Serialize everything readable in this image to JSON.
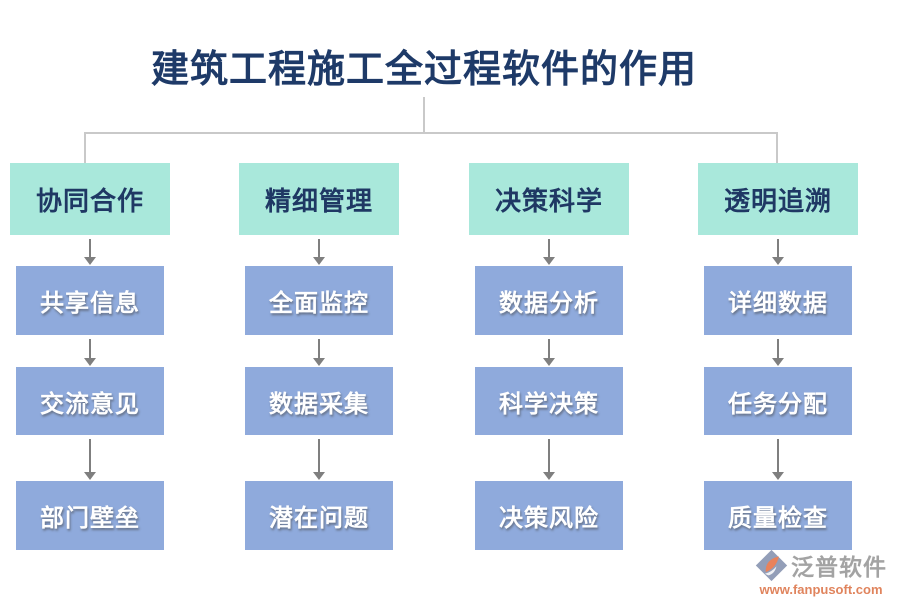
{
  "title": "建筑工程施工全过程软件的作用",
  "columns": [
    {
      "header": "协同合作",
      "items": [
        "共享信息",
        "交流意见",
        "部门壁垒"
      ]
    },
    {
      "header": "精细管理",
      "items": [
        "全面监控",
        "数据采集",
        "潜在问题"
      ]
    },
    {
      "header": "决策科学",
      "items": [
        "数据分析",
        "科学决策",
        "决策风险"
      ]
    },
    {
      "header": "透明追溯",
      "items": [
        "详细数据",
        "任务分配",
        "质量检查"
      ]
    }
  ],
  "watermark": {
    "brand": "泛普软件",
    "url": "www.fanpusoft.com",
    "logo_icon": "fanpu-logo-icon"
  },
  "colors": {
    "title_text": "#1E3A68",
    "header_bg": "#A9E8DB",
    "header_text": "#1F3864",
    "item_bg": "#8FAADC",
    "item_text": "#FFFFFF",
    "connector_line": "#C9C9C9",
    "arrow": "#7F7F7F",
    "watermark_brand": "#9C9C9C",
    "watermark_url": "#DE7A50",
    "watermark_logo_blue": "#8A96B2",
    "watermark_logo_orange": "#E8784E"
  }
}
